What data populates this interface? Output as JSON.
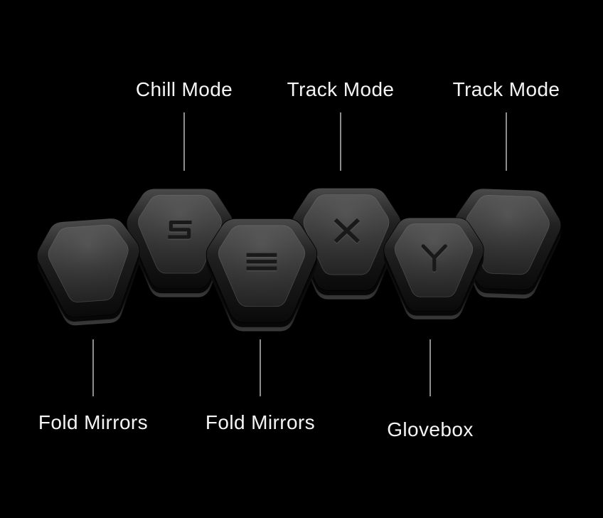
{
  "annotations": {
    "top": [
      {
        "label": "Chill Mode"
      },
      {
        "label": "Track Mode"
      },
      {
        "label": "Track Mode"
      }
    ],
    "bottom": [
      {
        "label": "Fold Mirrors"
      },
      {
        "label": "Fold Mirrors"
      },
      {
        "label": "Glovebox"
      }
    ]
  },
  "buttons": [
    {
      "glyph": "blank",
      "assigned_action": "Fold Mirrors"
    },
    {
      "glyph": "model-s-logo",
      "assigned_action": "Chill Mode"
    },
    {
      "glyph": "model-3-logo",
      "assigned_action": "Fold Mirrors"
    },
    {
      "glyph": "model-x-logo",
      "assigned_action": "Track Mode"
    },
    {
      "glyph": "model-y-logo",
      "assigned_action": "Glovebox"
    },
    {
      "glyph": "blank",
      "assigned_action": "Track Mode"
    }
  ],
  "colors": {
    "background": "#000000",
    "label_text": "#f5f5f5",
    "connector_line": "#8c8c8c",
    "button_bezel": "#1a1a1a",
    "button_face": "#3d3d3d",
    "glyph_engraving": "#191919"
  }
}
